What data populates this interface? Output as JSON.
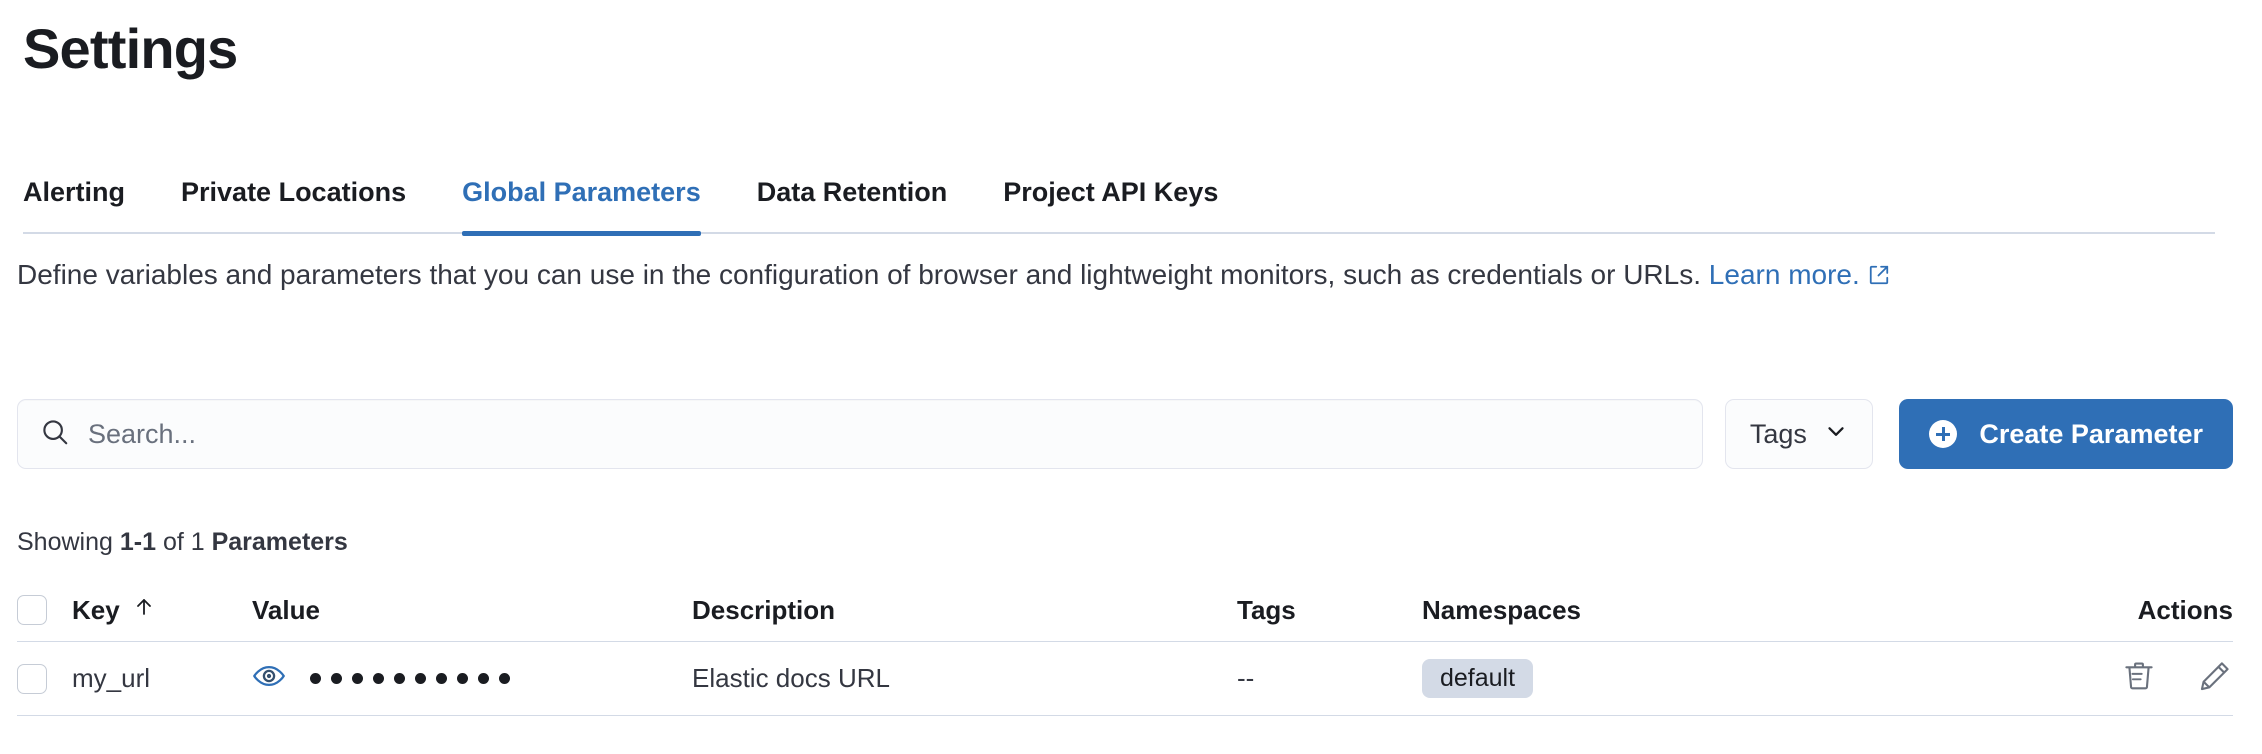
{
  "page": {
    "title": "Settings"
  },
  "tabs": [
    {
      "label": "Alerting",
      "active": false
    },
    {
      "label": "Private Locations",
      "active": false
    },
    {
      "label": "Global Parameters",
      "active": true
    },
    {
      "label": "Data Retention",
      "active": false
    },
    {
      "label": "Project API Keys",
      "active": false
    }
  ],
  "description": {
    "text": "Define variables and parameters that you can use in the configuration of browser and lightweight monitors, such as credentials or URLs.",
    "link_label": "Learn more.",
    "link_icon": "external-link-icon"
  },
  "controls": {
    "search": {
      "icon": "search-icon",
      "placeholder": "Search...",
      "value": ""
    },
    "tags_filter": {
      "label": "Tags",
      "icon": "chevron-down-icon"
    },
    "create_button": {
      "label": "Create Parameter",
      "icon": "plus-circle-icon"
    }
  },
  "results": {
    "prefix": "Showing ",
    "range": "1-1",
    "middle": " of 1 ",
    "noun": "Parameters"
  },
  "table": {
    "columns": [
      {
        "label": "Key",
        "sort": "ascending",
        "sort_icon": "arrow-up-icon"
      },
      {
        "label": "Value"
      },
      {
        "label": "Description"
      },
      {
        "label": "Tags"
      },
      {
        "label": "Namespaces"
      },
      {
        "label": "Actions"
      }
    ],
    "rows": [
      {
        "selected": false,
        "key": "my_url",
        "value_icon": "eye-icon",
        "value_masked": "••••••••••",
        "value_dot_count": 10,
        "description": "Elastic docs URL",
        "tags": "--",
        "namespaces": [
          "default"
        ],
        "actions": [
          "trash-icon",
          "pencil-icon"
        ]
      }
    ]
  },
  "colors": {
    "accent": "#2f6fb6",
    "text": "#343741",
    "heading": "#1a1c21",
    "border": "#d3dae6",
    "badge_bg": "#d3dae6",
    "input_bg": "#fbfcfd"
  }
}
